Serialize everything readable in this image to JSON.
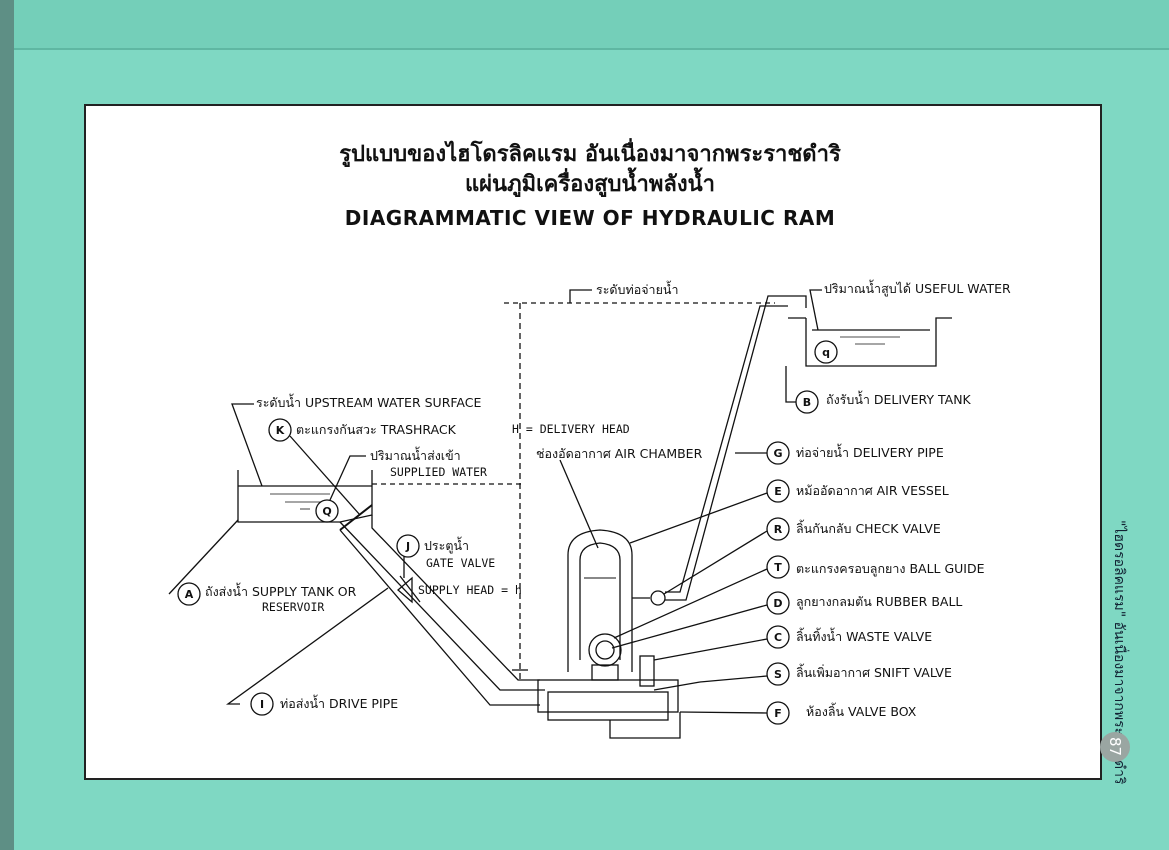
{
  "title_thai_1": "รูปแบบของไฮโดรลิคแรม อันเนื่องมาจากพระราชดำริ",
  "title_thai_2": "แผ่นภูมิเครื่องสูบน้ำพลังน้ำ",
  "title_en": "DIAGRAMMATIC VIEW OF HYDRAULIC RAM",
  "labels": {
    "delivery_level": "ระดับท่อจ่ายน้ำ",
    "useful_water": "ปริมาณน้ำสูบได้ USEFUL WATER",
    "upstream_surface": "ระดับน้ำ UPSTREAM WATER SURFACE",
    "trashrack": "ตะแกรงกันสวะ TRASHRACK",
    "delivery_head": "H = DELIVERY HEAD",
    "supplied_water_th": "ปริมาณน้ำส่งเข้า",
    "supplied_water_en": "SUPPLIED WATER",
    "air_chamber": "ช่องอัดอากาศ AIR CHAMBER",
    "gate_valve_th": "ประตูน้ำ",
    "gate_valve_en": "GATE VALVE",
    "supply_head": "SUPPLY HEAD = h",
    "supply_tank_1": "ถังส่งน้ำ SUPPLY TANK OR",
    "supply_tank_2": "RESERVOIR",
    "drive_pipe": "ท่อส่งน้ำ DRIVE PIPE",
    "delivery_tank": "ถังรับน้ำ DELIVERY TANK",
    "delivery_pipe": "ท่อจ่ายน้ำ DELIVERY PIPE",
    "air_vessel": "หม้ออัดอากาศ AIR VESSEL",
    "check_valve": "ลิ้นกันกลับ CHECK VALVE",
    "ball_guide": "ตะแกรงครอบลูกยาง BALL GUIDE",
    "rubber_ball": "ลูกยางกลมตัน RUBBER BALL",
    "waste_valve": "ลิ้นทิ้งน้ำ WASTE VALVE",
    "snift_valve": "ลิ้นเพิ่มอากาศ SNIFT VALVE",
    "valve_box": "ห้องลิ้น VALVE BOX"
  },
  "letters": {
    "q_small": "q",
    "Q_big": "Q",
    "K": "K",
    "J": "J",
    "A": "A",
    "I": "I",
    "B": "B",
    "G": "G",
    "E": "E",
    "R": "R",
    "T": "T",
    "D": "D",
    "C": "C",
    "S": "S",
    "F": "F"
  },
  "side_text": "\"ไฮดรอลิคแรม\" อันเนื่องมาจากพระราชดำริ",
  "page_number": "87"
}
